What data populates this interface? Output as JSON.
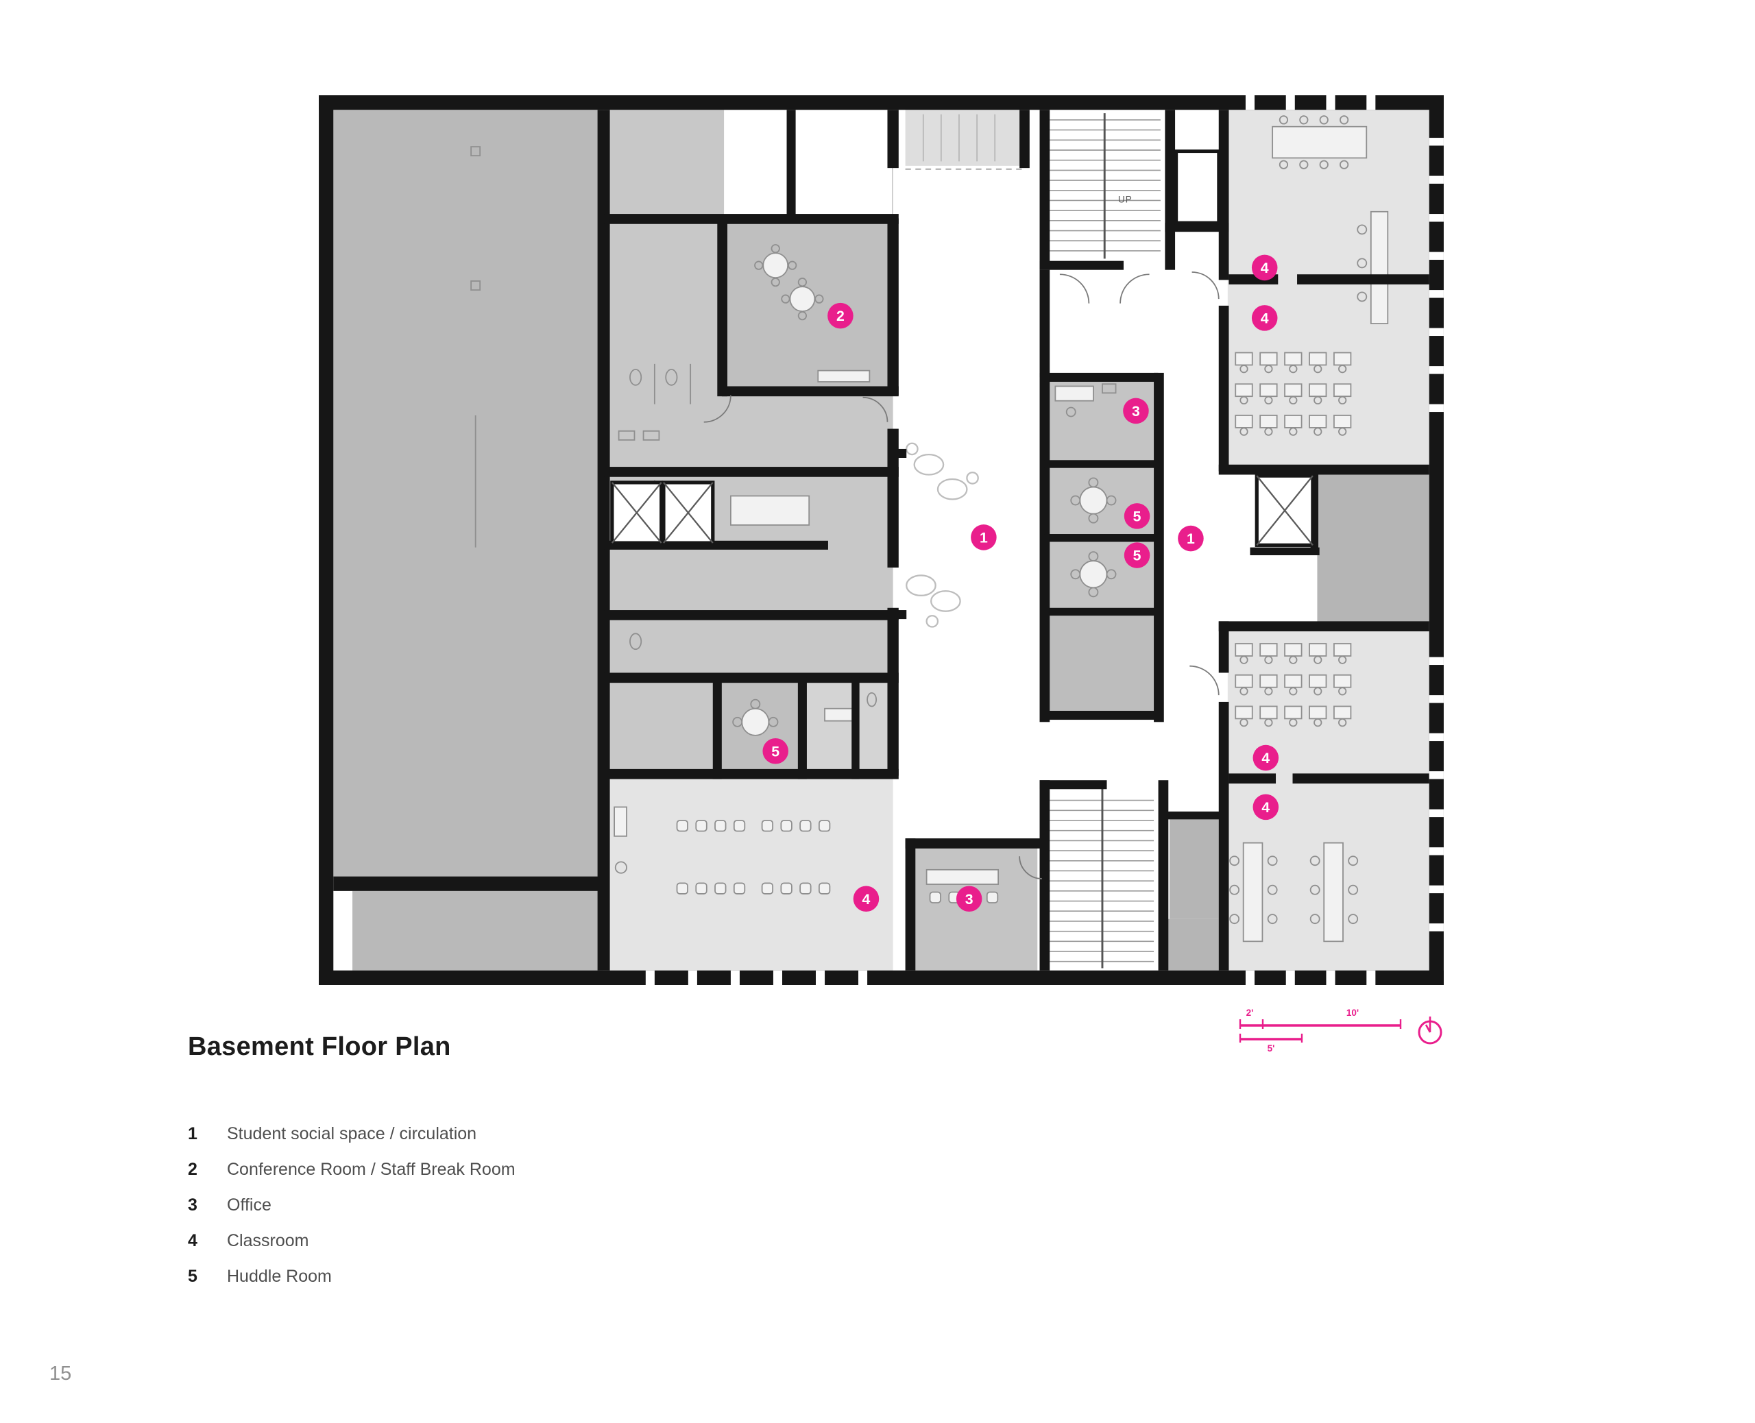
{
  "page": {
    "title": "Basement Floor Plan",
    "number": "15"
  },
  "legend": {
    "items": [
      {
        "num": "1",
        "label": "Student social space / circulation"
      },
      {
        "num": "2",
        "label": "Conference Room / Staff Break Room"
      },
      {
        "num": "3",
        "label": "Office"
      },
      {
        "num": "4",
        "label": "Classroom"
      },
      {
        "num": "5",
        "label": "Huddle Room"
      }
    ]
  },
  "plan": {
    "markers": [
      {
        "label": "2"
      },
      {
        "label": "3"
      },
      {
        "label": "5"
      },
      {
        "label": "5"
      },
      {
        "label": "1"
      },
      {
        "label": "1"
      },
      {
        "label": "4"
      },
      {
        "label": "4"
      },
      {
        "label": "5"
      },
      {
        "label": "4"
      },
      {
        "label": "4"
      },
      {
        "label": "4"
      },
      {
        "label": "3"
      }
    ],
    "stairs_up_label": "UP"
  },
  "scale_bar": {
    "left_label": "2'",
    "right_label": "10'",
    "bottom_label": "5'"
  },
  "colors": {
    "accent": "#E91E8C",
    "wall": "#161616",
    "room_dark": "#b5b5b5",
    "room_medium": "#c6c6c6",
    "room_light": "#e4e4e4"
  },
  "icons": {
    "north_arrow": "north-arrow-icon"
  }
}
